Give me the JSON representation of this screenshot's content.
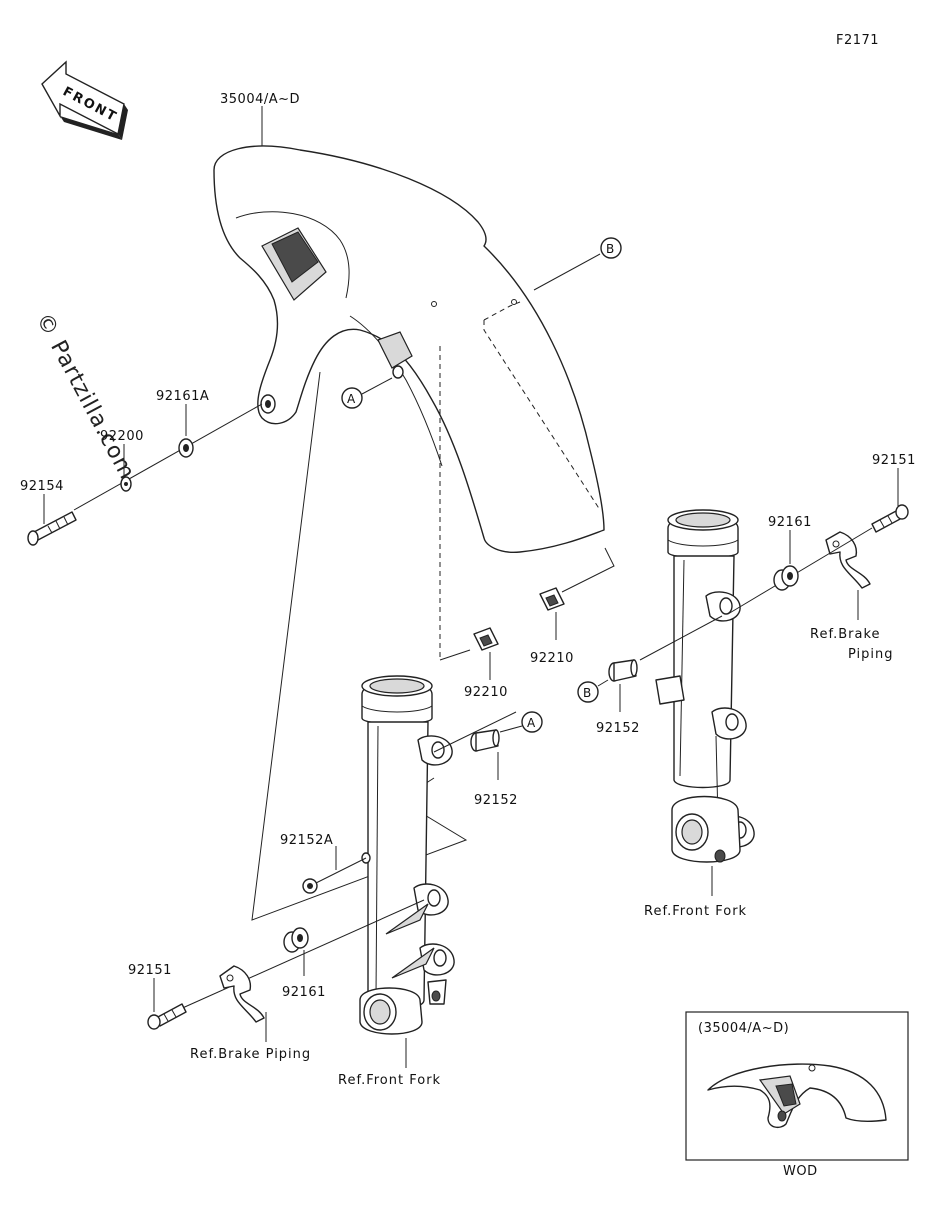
{
  "figure_code": "F2171",
  "front_arrow_text": "FRONT",
  "watermark": "© Partzilla.com",
  "callouts": {
    "a": "A",
    "b": "B"
  },
  "parts": {
    "fender": "35004/A~D",
    "collar_a_left": "92161A",
    "washer": "92200",
    "bolt_left": "92154",
    "clip_upper": "92210",
    "clip_lower": "92210",
    "collar_b": "92152",
    "collar_a": "92152",
    "collar_a2": "92152A",
    "bolt_right": "92151",
    "collar_right": "92161",
    "collar_left_lower": "92161",
    "bolt_left_lower": "92151"
  },
  "refs": {
    "brake_piping_right_line1": "Ref.Brake",
    "brake_piping_right_line2": "Piping",
    "brake_piping_left": "Ref.Brake Piping",
    "front_fork_right": "Ref.Front Fork",
    "front_fork_left": "Ref.Front Fork"
  },
  "inset": {
    "title": "(35004/A~D)",
    "caption": "WOD"
  }
}
